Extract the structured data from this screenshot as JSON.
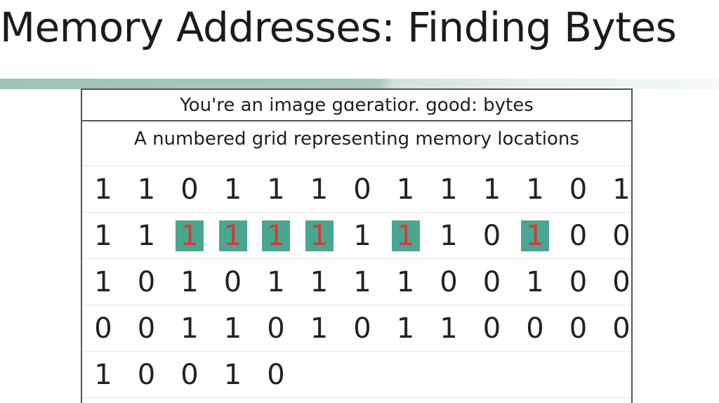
{
  "slide": {
    "title": "Memory Addresses: Finding Bytes",
    "colors": {
      "accent_bar": "#9fc3b5",
      "highlight_cell": "#4aa78f",
      "highlight_text": "#d8383b"
    }
  },
  "panel": {
    "header": "You're an image gɑeratior. good: bytes",
    "subheader": "A numbered grid representing memory locations",
    "grid": [
      {
        "bits": [
          "1",
          "1",
          "0",
          "1",
          "1",
          "1",
          "0",
          "1",
          "1",
          "1",
          "1",
          "0",
          "1"
        ],
        "highlight": [
          false,
          false,
          false,
          false,
          false,
          false,
          false,
          false,
          false,
          false,
          false,
          false,
          false
        ]
      },
      {
        "bits": [
          "1",
          "1",
          "1",
          "1",
          "1",
          "1",
          "1",
          "1",
          "1",
          "0",
          "1",
          "0",
          "0"
        ],
        "highlight": [
          false,
          false,
          true,
          true,
          true,
          true,
          false,
          true,
          false,
          false,
          true,
          false,
          false
        ]
      },
      {
        "bits": [
          "1",
          "0",
          "1",
          "0",
          "1",
          "1",
          "1",
          "1",
          "0",
          "0",
          "1",
          "0",
          "0"
        ],
        "highlight": [
          false,
          false,
          false,
          false,
          false,
          false,
          false,
          false,
          false,
          false,
          false,
          false,
          false
        ]
      },
      {
        "bits": [
          "0",
          "0",
          "1",
          "1",
          "0",
          "1",
          "0",
          "1",
          "1",
          "0",
          "0",
          "0",
          "0"
        ],
        "highlight": [
          false,
          false,
          false,
          false,
          false,
          false,
          false,
          false,
          false,
          false,
          false,
          false,
          false
        ]
      },
      {
        "bits": [
          "1",
          "0",
          "0",
          "1",
          "0"
        ],
        "highlight": [
          false,
          false,
          false,
          false,
          false
        ]
      }
    ]
  }
}
